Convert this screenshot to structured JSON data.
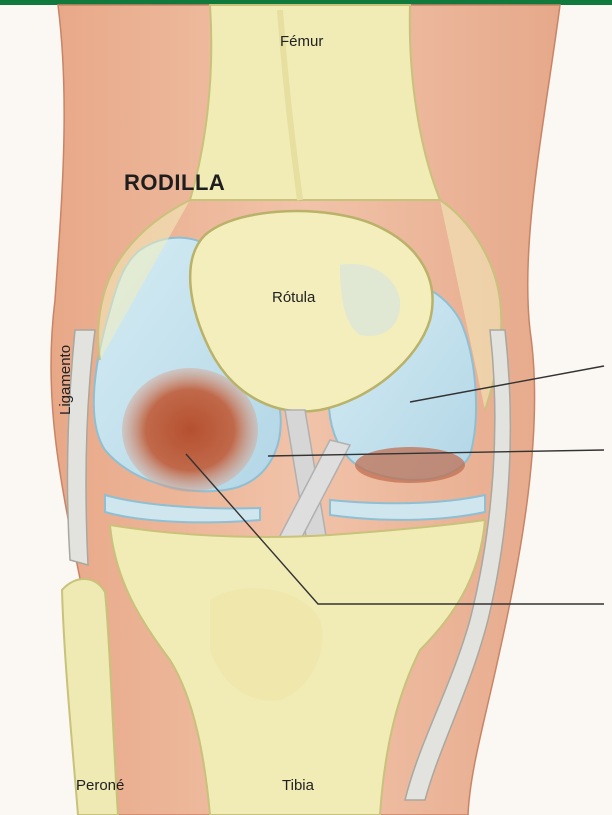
{
  "diagram": {
    "title": "RODILLA",
    "labels": {
      "femur": "Fémur",
      "rotula": "Rótula",
      "ligamento": "Ligamento",
      "perone": "Peroné",
      "tibia": "Tibia"
    },
    "colors": {
      "top_bar": "#0f7a3c",
      "skin": "#e7ad8f",
      "skin_dark": "#d9937a",
      "bone": "#f1ecb6",
      "bone_outline": "#c9c27a",
      "cartilage": "#bfe0ec",
      "cartilage_outline": "#8fbfd2",
      "lesion": "#b85a3a",
      "ligament": "#d8d8d8",
      "pointer_line": "#333333"
    }
  }
}
